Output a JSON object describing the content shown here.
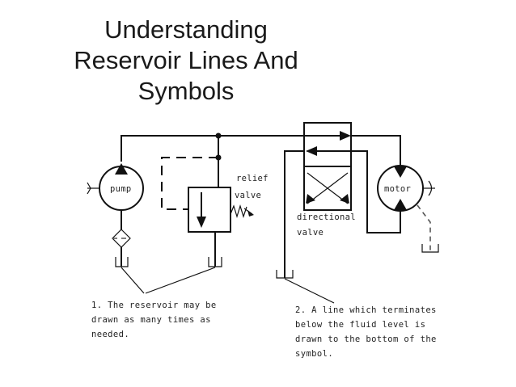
{
  "title": {
    "lines": [
      "Understanding",
      "Reservoir Lines And",
      "Symbols"
    ]
  },
  "labels": {
    "pump": "pump",
    "relief_line1": "relief",
    "relief_line2": "valve",
    "directional_line1": "directional",
    "directional_line2": "valve",
    "motor": "motor"
  },
  "notes": {
    "note1": [
      "1. The reservoir may be",
      "drawn as many times as",
      "needed."
    ],
    "note2": [
      "2. A line which terminates",
      "below the fluid level is",
      "drawn to the bottom of the",
      "symbol."
    ]
  }
}
